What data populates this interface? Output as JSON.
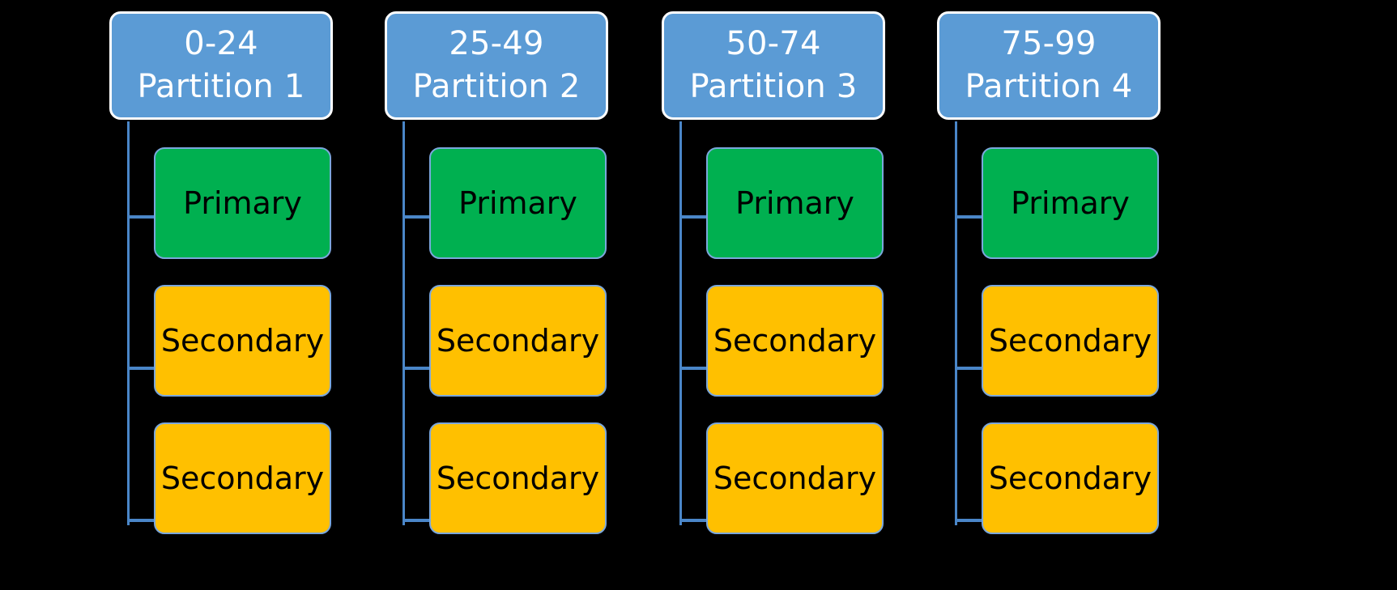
{
  "diagram": {
    "type": "partition-replica-topology",
    "title": "",
    "background_color": "#000000",
    "colors": {
      "header_fill": "#5B9BD5",
      "header_border": "#FFFFFF",
      "header_text": "#FFFFFF",
      "primary_fill": "#00B050",
      "secondary_fill": "#FFC000",
      "node_border": "#7BA7DC",
      "node_text": "#000000",
      "connector": "#4A86C8"
    },
    "partitions": [
      {
        "range": "0-24",
        "name": "Partition 1",
        "nodes": [
          {
            "role": "Primary",
            "kind": "primary"
          },
          {
            "role": "Secondary",
            "kind": "secondary"
          },
          {
            "role": "Secondary",
            "kind": "secondary"
          }
        ]
      },
      {
        "range": "25-49",
        "name": "Partition 2",
        "nodes": [
          {
            "role": "Primary",
            "kind": "primary"
          },
          {
            "role": "Secondary",
            "kind": "secondary"
          },
          {
            "role": "Secondary",
            "kind": "secondary"
          }
        ]
      },
      {
        "range": "50-74",
        "name": "Partition 3",
        "nodes": [
          {
            "role": "Primary",
            "kind": "primary"
          },
          {
            "role": "Secondary",
            "kind": "secondary"
          },
          {
            "role": "Secondary",
            "kind": "secondary"
          }
        ]
      },
      {
        "range": "75-99",
        "name": "Partition 4",
        "nodes": [
          {
            "role": "Primary",
            "kind": "primary"
          },
          {
            "role": "Secondary",
            "kind": "secondary"
          },
          {
            "role": "Secondary",
            "kind": "secondary"
          }
        ]
      }
    ]
  }
}
